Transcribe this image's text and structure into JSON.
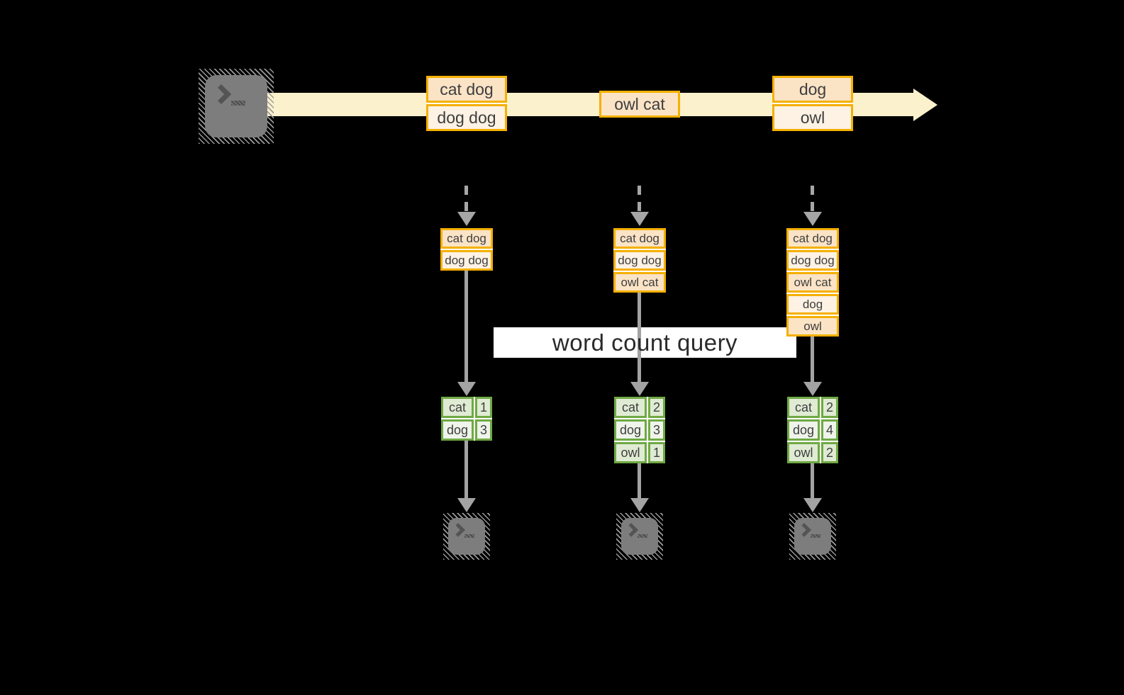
{
  "diagram": {
    "query_label": "word count query",
    "stream": {
      "source_icon": "terminal-prompt-icon",
      "batches": [
        {
          "lines": [
            "cat dog",
            "dog dog"
          ]
        },
        {
          "lines": [
            "owl cat"
          ]
        },
        {
          "lines": [
            "dog",
            "owl"
          ]
        }
      ]
    },
    "columns": [
      {
        "input_lines": [
          "cat dog",
          "dog dog"
        ],
        "result": [
          {
            "word": "cat",
            "count": "1"
          },
          {
            "word": "dog",
            "count": "3"
          }
        ],
        "output_icon": "terminal-prompt-icon"
      },
      {
        "input_lines": [
          "cat dog",
          "dog dog",
          "owl cat"
        ],
        "result": [
          {
            "word": "cat",
            "count": "2"
          },
          {
            "word": "dog",
            "count": "3"
          },
          {
            "word": "owl",
            "count": "1"
          }
        ],
        "output_icon": "terminal-prompt-icon"
      },
      {
        "input_lines": [
          "cat dog",
          "dog dog",
          "owl cat",
          "dog",
          "owl"
        ],
        "result": [
          {
            "word": "cat",
            "count": "2"
          },
          {
            "word": "dog",
            "count": "4"
          },
          {
            "word": "owl",
            "count": "2"
          }
        ],
        "output_icon": "terminal-prompt-icon"
      }
    ],
    "colors": {
      "background": "#000000",
      "stream_arrow": "#FBF1CD",
      "batch_border": "#F5B000",
      "batch_fill_dark": "#FBE3C6",
      "batch_fill_light": "#FDF2E4",
      "result_border": "#6FA944",
      "result_fill_dark": "#E0EBD4",
      "result_fill_light": "#EFF4EA",
      "flow_arrow": "#A6A6A6",
      "query_band": "#FFFFFF",
      "text": "#3E3E3E"
    }
  }
}
